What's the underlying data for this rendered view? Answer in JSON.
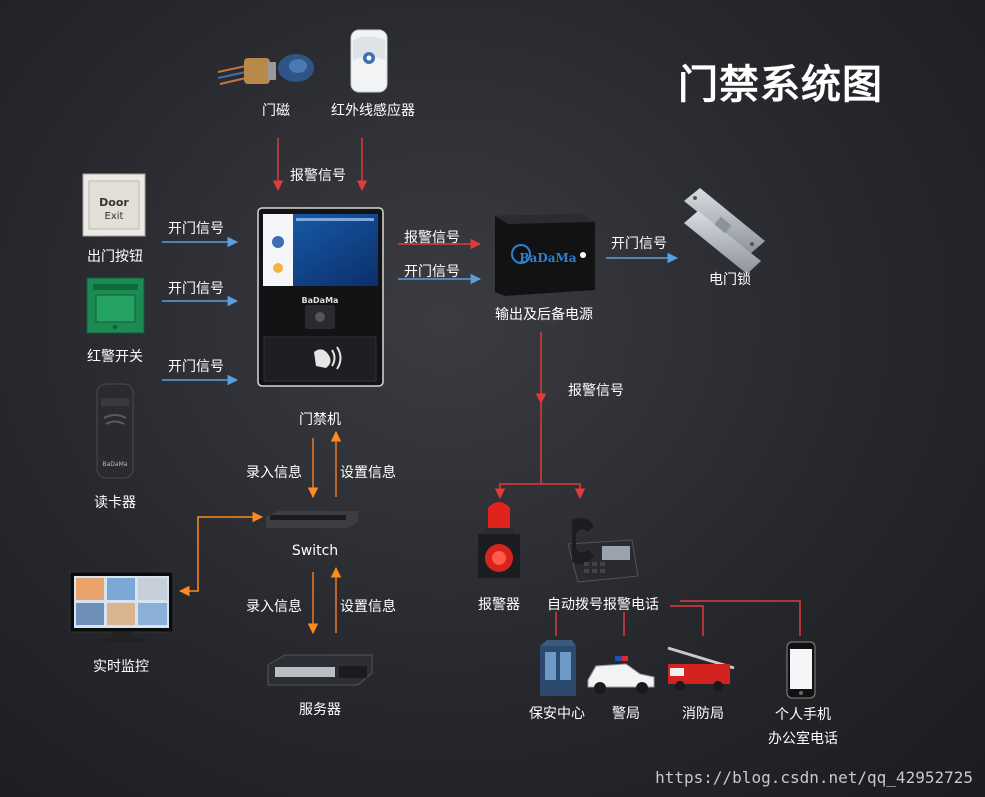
{
  "title": "门禁系统图",
  "watermark": "https://blog.csdn.net/qq_42952725",
  "colors": {
    "alarm": "#e03a3a",
    "open": "#5aa0e0",
    "network": "#ff8a1e",
    "info": "#e87a2a",
    "notify": "#e03a3a"
  },
  "nodes": {
    "door_magnet": "门磁",
    "ir_sensor": "红外线感应器",
    "exit_button": "出门按钮",
    "red_alarm_switch": "红警开关",
    "card_reader": "读卡器",
    "access_controller": "门禁机",
    "power_supply": "输出及后备电源",
    "electric_lock": "电门锁",
    "switch": "Switch",
    "monitor": "实时监控",
    "server": "服务器",
    "siren": "报警器",
    "auto_dialer": "自动拨号报警电话",
    "security_center": "保安中心",
    "police": "警局",
    "fire_dept": "消防局",
    "mobile_line1": "个人手机",
    "mobile_line2": "办公室电话"
  },
  "device_text": {
    "exit_button_line1": "Door",
    "exit_button_line2": "Exit",
    "controller_brand": "BaDaMa",
    "power_brand": "BaDaMa",
    "card_reader_brand": "BaDaMa"
  },
  "edges": {
    "alarm_signal": "报警信号",
    "open_signal": "开门信号",
    "enter_info": "录入信息",
    "set_info": "设置信息"
  }
}
